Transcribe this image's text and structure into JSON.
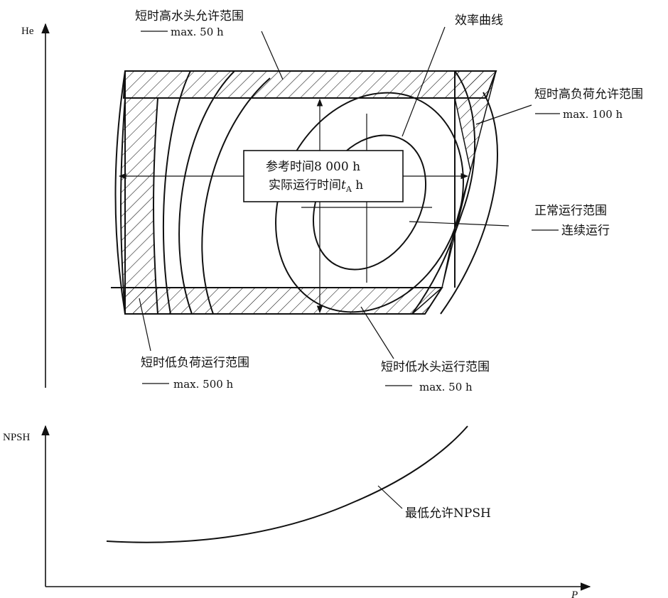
{
  "axes": {
    "top_y_label": "He",
    "bottom_y_label": "NPSH",
    "bottom_x_label": "P"
  },
  "box": {
    "line1": "参考时间8 000 h",
    "line2_prefix": "实际运行时间",
    "line2_var": "t",
    "line2_sub": "A",
    "line2_unit": " h"
  },
  "labels": {
    "high_head_title": "短时高水头允许范围",
    "high_head_limit": "max. 50 h",
    "efficiency_curves": "效率曲线",
    "high_load_title": "短时高负荷允许范围",
    "high_load_limit": "max. 100 h",
    "normal_title": "正常运行范围",
    "normal_sub": "连续运行",
    "low_load_title": "短时低负荷运行范围",
    "low_load_limit": "max. 500 h",
    "low_head_title": "短时低水头运行范围",
    "low_head_limit": "max. 50 h",
    "min_npsh": "最低允许NPSH"
  },
  "colors": {
    "line": "#111111",
    "background": "#ffffff"
  }
}
